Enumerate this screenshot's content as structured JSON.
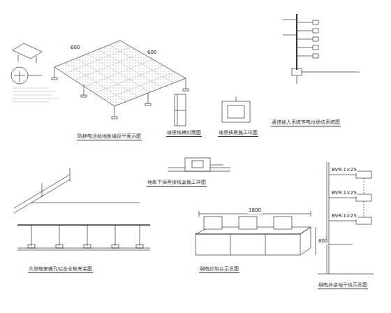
{
  "diagram": {
    "labels": [
      "防静电活动地板铺设平面示图",
      "墙壁线槽剖面图",
      "墙壁插座施工详图",
      "地板下插座接线盒施工详图",
      "通信接入系统等电位联结系统图",
      "方形暗架微孔铝合金板安装图",
      "弱电控制台示意图",
      "弱电井接地干线示意图",
      "1800",
      "800",
      "600",
      "600",
      "BVR-1×25",
      "BVR-1×25",
      "BVR-1×25"
    ]
  }
}
